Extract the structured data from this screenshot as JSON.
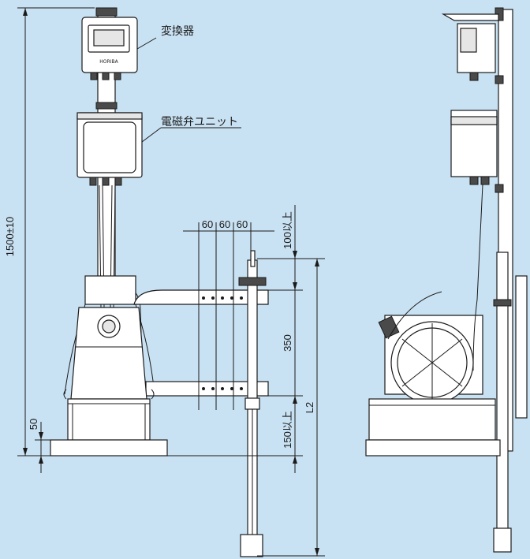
{
  "labels": {
    "converter": "変換器",
    "solenoid_unit": "電磁弁ユニット",
    "converter_brand": "HORIBA"
  },
  "dimensions": {
    "total_height": "1500±10",
    "spacing_1": "60",
    "spacing_2": "60",
    "spacing_3": "60",
    "top_clearance": "100以上",
    "bracket_gap": "350",
    "bottom_clearance": "150以上",
    "length": "L2",
    "base_height": "50"
  },
  "colors": {
    "background": "#c9e2f3",
    "line": "#1a1a1a",
    "fill": "#ffffff"
  }
}
